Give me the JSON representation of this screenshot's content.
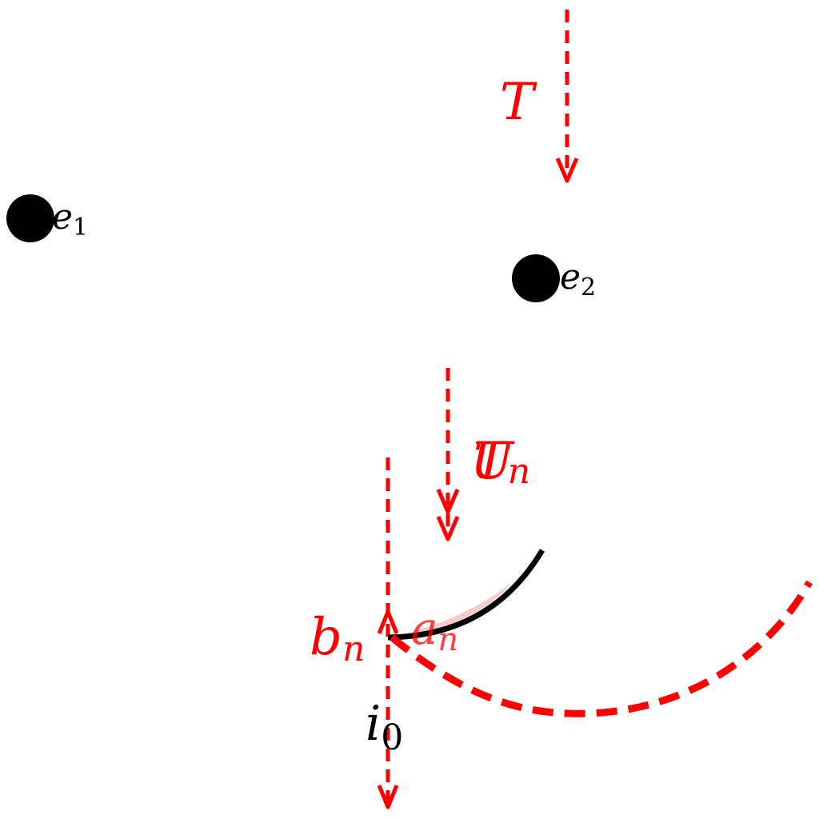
{
  "colors": {
    "accent": "#ff0000",
    "ink": "#000000",
    "fill_soft": "#f6b6b6"
  },
  "labels": {
    "e1": {
      "base": "e",
      "sub": "1"
    },
    "e2": {
      "base": "e",
      "sub": "2"
    },
    "T": "T",
    "U": "U",
    "T_n": {
      "base": "T",
      "sub": "n"
    },
    "b_n": {
      "base": "b",
      "sub": "n"
    },
    "a_n": {
      "base": "a",
      "sub": "n"
    },
    "i0": {
      "base": "i",
      "sub": "0"
    }
  }
}
